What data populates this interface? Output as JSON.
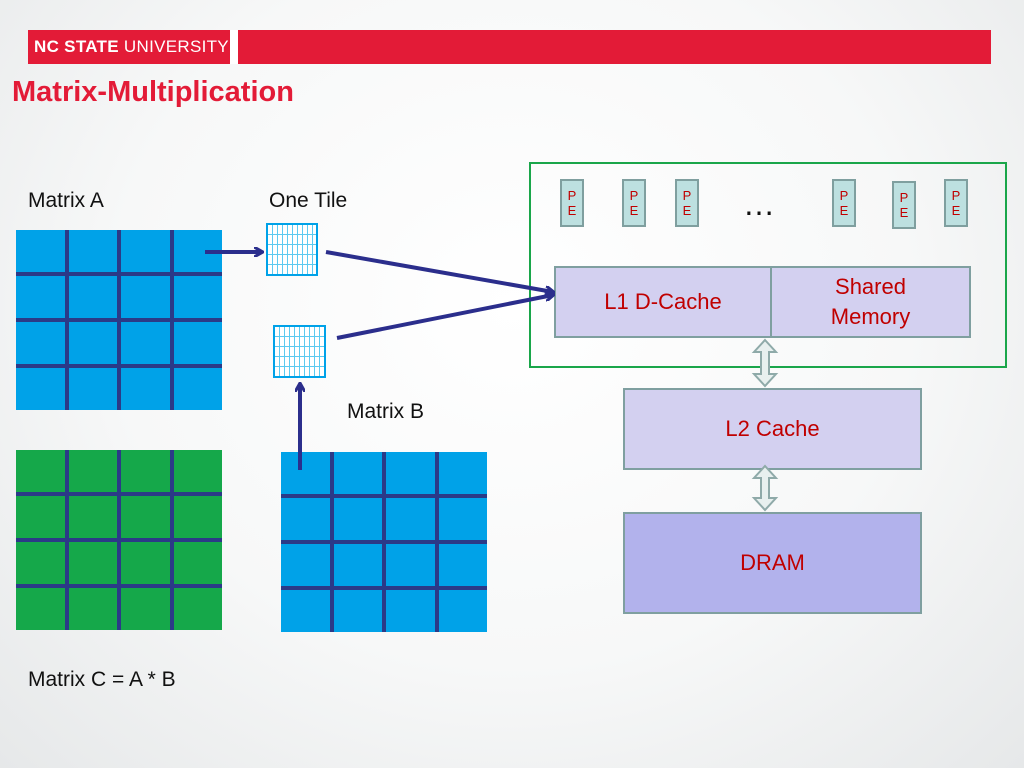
{
  "header": {
    "logo_bold": "NC STATE",
    "logo_light": "UNIVERSITY"
  },
  "title": "Matrix-Multiplication",
  "labels": {
    "matrix_a": "Matrix A",
    "one_tile": "One Tile",
    "matrix_b": "Matrix B",
    "matrix_c": "Matrix C  = A * B",
    "ellipsis": "…"
  },
  "pe": {
    "top": "P",
    "bottom": "E"
  },
  "memory": {
    "l1": "L1 D-Cache",
    "shared_line1": "Shared",
    "shared_line2": "Memory",
    "l2": "L2 Cache",
    "dram": "DRAM"
  },
  "colors": {
    "brand_red": "#e31b37",
    "matrix_blue": "#00a2e8",
    "matrix_green": "#15a84a",
    "grid_line": "#2b3a87",
    "container_green": "#1aa64a",
    "text_red": "#c00000"
  }
}
